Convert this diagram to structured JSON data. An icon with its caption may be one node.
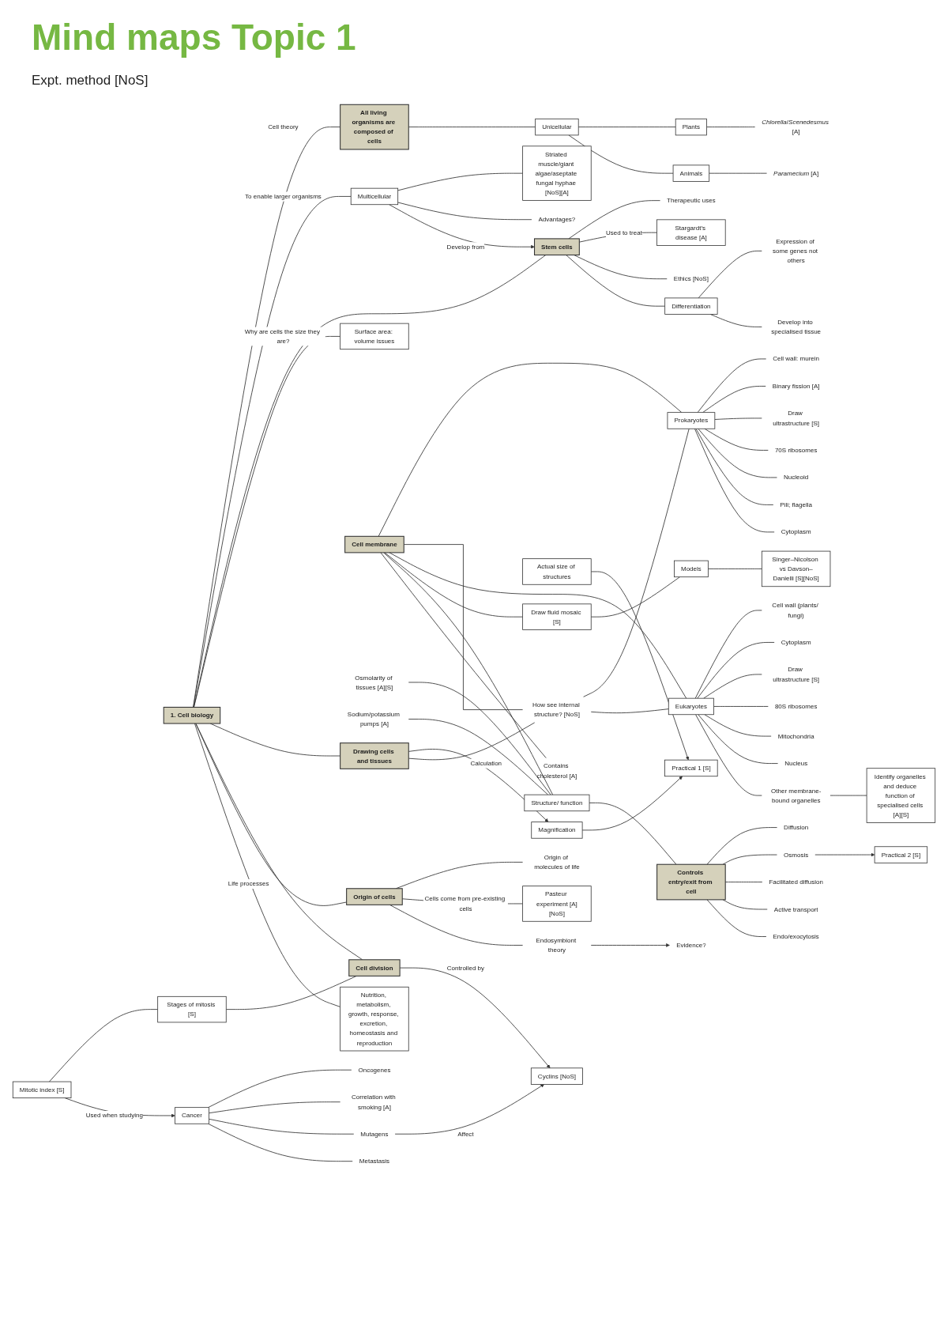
{
  "diagram": {
    "title": "Mind maps Topic 1",
    "nodes": [
      {
        "text": [
          "1. Cell biology"
        ]
      },
      {
        "text": [
          "All living organisms are composed of cells"
        ]
      },
      {
        "text": [
          "Unicellular"
        ]
      },
      {
        "text": [
          "Plants"
        ]
      },
      {
        "text": [
          "*Chlorella*/*Scenedesmus* [A]"
        ]
      },
      {
        "text": [
          "Animals"
        ]
      },
      {
        "text": [
          "*Paramecium* [A]"
        ]
      },
      {
        "text": [
          "Multicellular"
        ]
      },
      {
        "text": [
          "Striated muscle/giant algae/aseptate fungal hyphae [NoS][A]"
        ]
      },
      {
        "text": [
          "Advantages?"
        ]
      },
      {
        "text": [
          "Stem cells"
        ]
      },
      {
        "text": [
          "Therapeutic uses"
        ]
      },
      {
        "text": [
          "Stargardt’s disease [A]"
        ]
      },
      {
        "text": [
          "Ethics [NoS]"
        ]
      },
      {
        "text": [
          "Differentiation"
        ]
      },
      {
        "text": [
          "Expression of some genes not others"
        ]
      },
      {
        "text": [
          "Develop into specialised tissue"
        ]
      },
      {
        "text": [
          "Surface area: volume issues"
        ]
      },
      {
        "text": [
          "Drawing cells and tissues"
        ]
      },
      {
        "text": [
          "Magnification"
        ]
      },
      {
        "text": [
          "Actual size of structures"
        ]
      },
      {
        "text": [
          "Practical 1 [S]"
        ]
      },
      {
        "text": [
          "How see internal structure? [NoS]"
        ]
      },
      {
        "text": [
          "Prokaryotes"
        ]
      },
      {
        "text": [
          "Cell wall: murein"
        ]
      },
      {
        "text": [
          "Binary fission [A]"
        ]
      },
      {
        "text": [
          "Draw ultrastructure [S]"
        ]
      },
      {
        "text": [
          "70S ribosomes"
        ]
      },
      {
        "text": [
          "Nucleoid"
        ]
      },
      {
        "text": [
          "Pili; flagella"
        ]
      },
      {
        "text": [
          "Cytoplasm"
        ]
      },
      {
        "text": [
          "Eukaryotes"
        ]
      },
      {
        "text": [
          "Cell wall (plants/ fungi)"
        ]
      },
      {
        "text": [
          "Cytoplasm"
        ]
      },
      {
        "text": [
          "Draw ultrastructure [S]"
        ]
      },
      {
        "text": [
          "80S ribosomes"
        ]
      },
      {
        "text": [
          "Mitochondria"
        ]
      },
      {
        "text": [
          "Nucleus"
        ]
      },
      {
        "text": [
          "Other membrane-bound organelles"
        ]
      },
      {
        "text": [
          "Identify organelles and deduce function of specialised cells [A][S]"
        ]
      },
      {
        "text": [
          "Cell membrane"
        ]
      },
      {
        "text": [
          "Draw fluid mosaic [S]"
        ]
      },
      {
        "text": [
          "Models"
        ]
      },
      {
        "text": [
          "Singer–Nicolson vs Davson–Danielli [S][NoS]"
        ]
      },
      {
        "text": [
          "Structure/ function"
        ]
      },
      {
        "text": [
          "Controls entry/exit from cell"
        ]
      },
      {
        "text": [
          "Diffusion"
        ]
      },
      {
        "text": [
          "Osmosis"
        ]
      },
      {
        "text": [
          "Practical 2 [S]"
        ]
      },
      {
        "text": [
          "Facilitated diffusion"
        ]
      },
      {
        "text": [
          "Active transport"
        ]
      },
      {
        "text": [
          "Endo/exocytosis"
        ]
      },
      {
        "text": [
          "Osmolarity of tissues [A][S]"
        ]
      },
      {
        "text": [
          "Sodium/potassium pumps [A]"
        ]
      },
      {
        "text": [
          "Contains cholesterol [A]"
        ]
      },
      {
        "text": [
          "Cell division"
        ]
      },
      {
        "text": [
          "Cyclins [NoS]"
        ]
      },
      {
        "text": [
          "Stages of mitosis [S]"
        ]
      },
      {
        "text": [
          "Mitotic index [S]"
        ]
      },
      {
        "text": [
          "Cancer"
        ]
      },
      {
        "text": [
          "Oncogenes"
        ]
      },
      {
        "text": [
          "Correlation with smoking [A]"
        ]
      },
      {
        "text": [
          "Mutagens"
        ]
      },
      {
        "text": [
          "Metastasis"
        ]
      },
      {
        "text": [
          "Origin of cells"
        ]
      },
      {
        "text": [
          "Origin of molecules of life"
        ]
      },
      {
        "text": [
          "Pasteur experiment [A][NoS]"
        ]
      },
      {
        "text": [
          "Endosymbiont theory"
        ]
      },
      {
        "text": [
          "Evidence?"
        ]
      },
      {
        "text": [
          "Nutrition, metabolism, growth, response, excretion, homeostasis and reproduction"
        ]
      }
    ],
    "edges": [
      {
        "from": 0,
        "to": 1,
        "arrow": "none",
        "label": "Cell theory"
      },
      {
        "from": 1,
        "to": 2,
        "arrow": "none"
      },
      {
        "from": 2,
        "to": 3,
        "arrow": "none"
      },
      {
        "from": 3,
        "to": 4,
        "arrow": "none"
      },
      {
        "from": 2,
        "to": 5,
        "arrow": "none"
      },
      {
        "from": 5,
        "to": 6,
        "arrow": "none"
      },
      {
        "from": 0,
        "to": 7,
        "arrow": "none",
        "label": "To enable larger organisms"
      },
      {
        "from": 7,
        "to": 8,
        "arrow": "none"
      },
      {
        "from": 7,
        "to": 9,
        "arrow": "none"
      },
      {
        "from": 7,
        "to": 10,
        "arrow": "to",
        "label": "Develop from"
      },
      {
        "from": 0,
        "to": 10,
        "arrow": "none"
      },
      {
        "from": 10,
        "to": 11,
        "arrow": "none"
      },
      {
        "from": 10,
        "to": 12,
        "arrow": "none",
        "label": "Used to treat"
      },
      {
        "from": 10,
        "to": 13,
        "arrow": "none"
      },
      {
        "from": 10,
        "to": 14,
        "arrow": "none"
      },
      {
        "from": 14,
        "to": 15,
        "arrow": "none"
      },
      {
        "from": 14,
        "to": 16,
        "arrow": "none"
      },
      {
        "from": 0,
        "to": 17,
        "arrow": "none",
        "label": "Why are cells the size they are?"
      },
      {
        "from": 0,
        "to": 18,
        "arrow": "none"
      },
      {
        "from": 18,
        "to": 19,
        "arrow": "to",
        "label": "Calculation"
      },
      {
        "from": 19,
        "to": 21,
        "arrow": "to"
      },
      {
        "from": 20,
        "to": 21,
        "arrow": "to"
      },
      {
        "from": 18,
        "to": 22,
        "arrow": "none"
      },
      {
        "from": 22,
        "to": 23,
        "arrow": "none"
      },
      {
        "from": 22,
        "to": 31,
        "arrow": "none"
      },
      {
        "from": 40,
        "to": 22,
        "arrow": "none"
      },
      {
        "from": 40,
        "to": 23,
        "arrow": "none"
      },
      {
        "from": 40,
        "to": 31,
        "arrow": "none"
      },
      {
        "from": 23,
        "to": 24,
        "arrow": "none"
      },
      {
        "from": 23,
        "to": 25,
        "arrow": "none"
      },
      {
        "from": 23,
        "to": 26,
        "arrow": "none"
      },
      {
        "from": 23,
        "to": 27,
        "arrow": "none"
      },
      {
        "from": 23,
        "to": 28,
        "arrow": "none"
      },
      {
        "from": 23,
        "to": 29,
        "arrow": "none"
      },
      {
        "from": 23,
        "to": 30,
        "arrow": "none"
      },
      {
        "from": 31,
        "to": 32,
        "arrow": "none"
      },
      {
        "from": 31,
        "to": 33,
        "arrow": "none"
      },
      {
        "from": 31,
        "to": 34,
        "arrow": "none"
      },
      {
        "from": 31,
        "to": 35,
        "arrow": "none"
      },
      {
        "from": 31,
        "to": 36,
        "arrow": "none"
      },
      {
        "from": 31,
        "to": 37,
        "arrow": "none"
      },
      {
        "from": 31,
        "to": 38,
        "arrow": "none"
      },
      {
        "from": 38,
        "to": 39,
        "arrow": "none"
      },
      {
        "from": 40,
        "to": 41,
        "arrow": "none"
      },
      {
        "from": 41,
        "to": 42,
        "arrow": "none"
      },
      {
        "from": 42,
        "to": 43,
        "arrow": "none"
      },
      {
        "from": 40,
        "to": 44,
        "arrow": "none"
      },
      {
        "from": 44,
        "to": 45,
        "arrow": "none"
      },
      {
        "from": 45,
        "to": 46,
        "arrow": "none"
      },
      {
        "from": 45,
        "to": 47,
        "arrow": "none"
      },
      {
        "from": 47,
        "to": 48,
        "arrow": "to"
      },
      {
        "from": 45,
        "to": 49,
        "arrow": "none"
      },
      {
        "from": 45,
        "to": 50,
        "arrow": "none"
      },
      {
        "from": 45,
        "to": 51,
        "arrow": "none"
      },
      {
        "from": 52,
        "to": 44,
        "arrow": "none"
      },
      {
        "from": 53,
        "to": 44,
        "arrow": "none"
      },
      {
        "from": 40,
        "to": 54,
        "arrow": "none"
      },
      {
        "from": 0,
        "to": 55,
        "arrow": "none"
      },
      {
        "from": 55,
        "to": 56,
        "arrow": "to",
        "label": "Controlled by"
      },
      {
        "from": 57,
        "to": 55,
        "arrow": "none"
      },
      {
        "from": 58,
        "to": 57,
        "arrow": "none"
      },
      {
        "from": 58,
        "to": 59,
        "arrow": "to",
        "label": "Used when studying"
      },
      {
        "from": 59,
        "to": 60,
        "arrow": "none"
      },
      {
        "from": 59,
        "to": 61,
        "arrow": "none"
      },
      {
        "from": 59,
        "to": 62,
        "arrow": "none"
      },
      {
        "from": 62,
        "to": 56,
        "arrow": "to",
        "label": "Affect"
      },
      {
        "from": 59,
        "to": 63,
        "arrow": "none"
      },
      {
        "from": 0,
        "to": 64,
        "arrow": "none"
      },
      {
        "from": 64,
        "to": 65,
        "arrow": "none"
      },
      {
        "from": 64,
        "to": 66,
        "arrow": "none",
        "label": "Cells come from pre-existing cells"
      },
      {
        "from": 64,
        "to": 67,
        "arrow": "none"
      },
      {
        "from": 67,
        "to": 68,
        "arrow": "to"
      },
      {
        "from": 0,
        "to": 69,
        "arrow": "none",
        "label": "Life processes"
      }
    ],
    "labels": [
      "Expt. method [NoS]"
    ]
  }
}
